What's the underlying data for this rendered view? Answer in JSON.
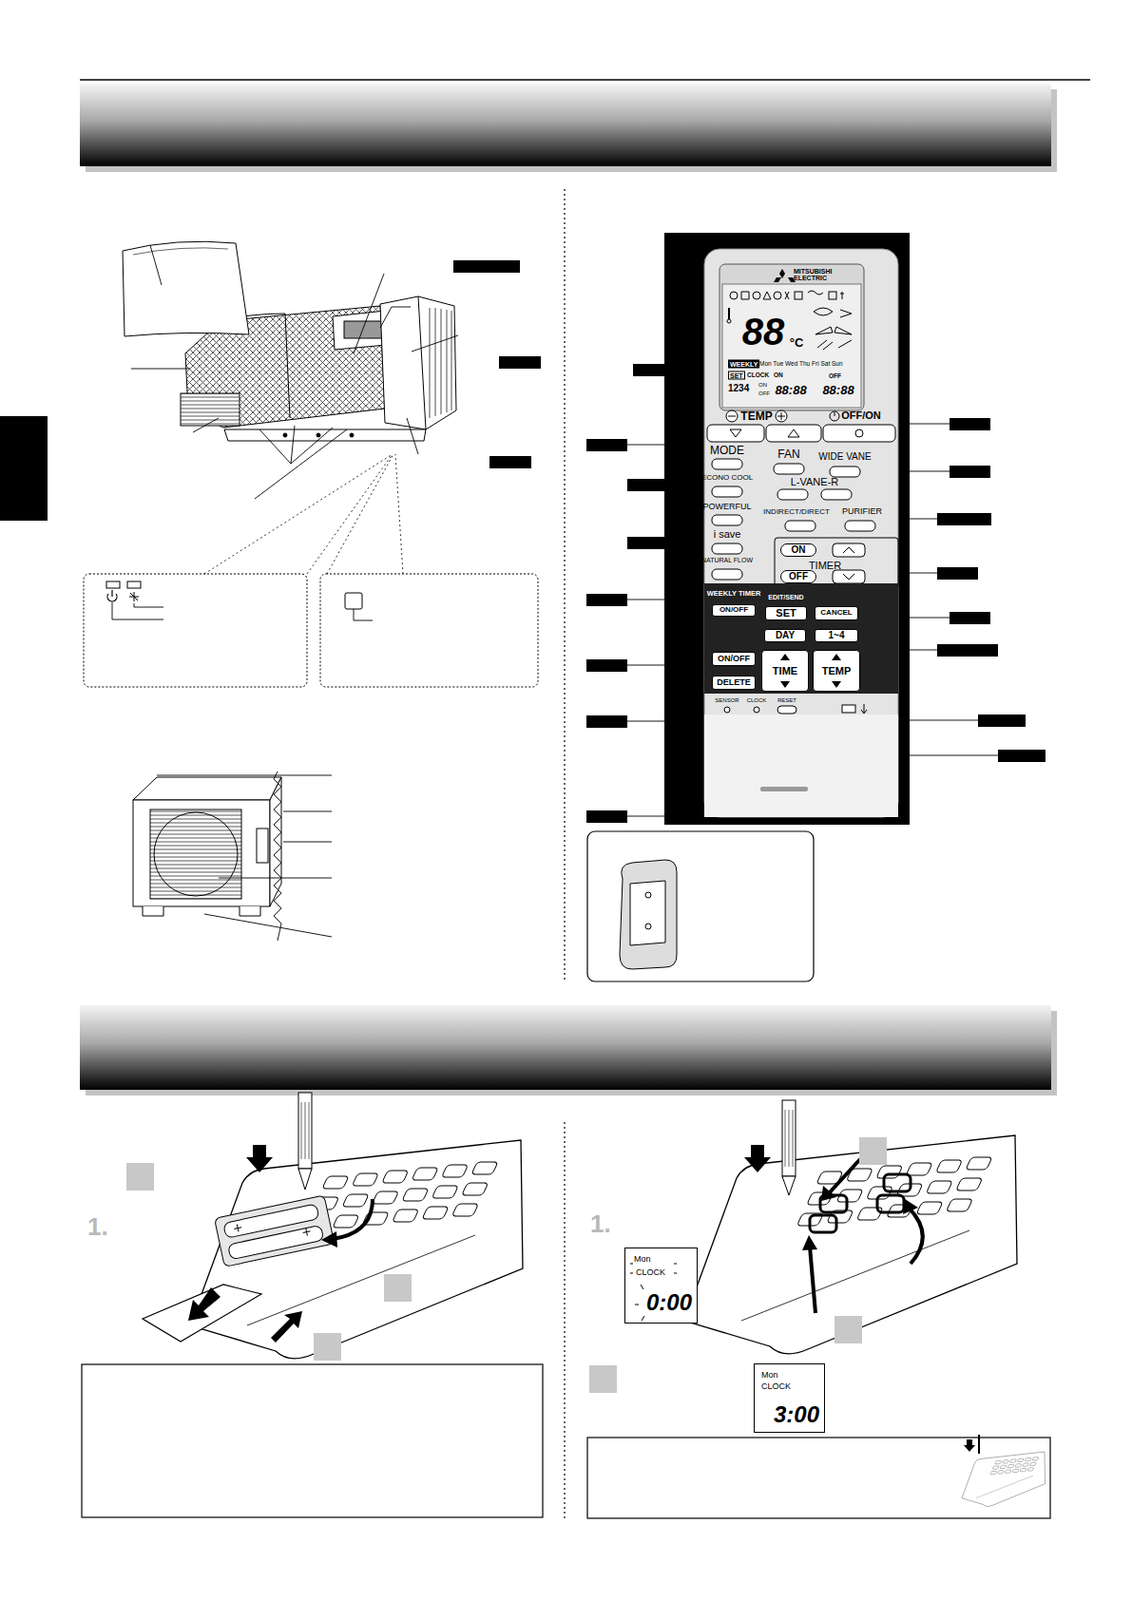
{
  "diagram": {
    "nodes": [
      {
        "text": [
          "88",
          "°C",
          "WEEKLY",
          "Mon Tue Wed Thu Fri Sat Sun",
          "SET",
          "CLOCK",
          "ON",
          "OFF",
          "1234",
          "ON",
          "OFF",
          "88:88",
          "88:88"
        ]
      },
      {
        "text": [
          "Mon",
          "CLOCK",
          "0:00"
        ]
      },
      {
        "text": [
          "Mon",
          "CLOCK",
          "3:00"
        ]
      },
      {
        "text": [
          "ON"
        ]
      },
      {
        "text": [
          "OFF"
        ]
      },
      {
        "text": [
          "ON/OFF"
        ]
      },
      {
        "text": [
          "SET"
        ]
      },
      {
        "text": [
          "CANCEL"
        ]
      },
      {
        "text": [
          "DAY"
        ]
      },
      {
        "text": [
          "1~4"
        ]
      },
      {
        "text": [
          "ON/OFF"
        ]
      },
      {
        "text": [
          "DELETE"
        ]
      },
      {
        "text": [
          "TIME"
        ]
      },
      {
        "text": [
          "TEMP"
        ]
      }
    ],
    "labels": [
      "MITSUBISHI ELECTRIC",
      "TEMP",
      "OFF/ON",
      "MODE",
      "FAN",
      "WIDE VANE",
      "ECONO COOL",
      "L-VANE-R",
      "POWERFUL",
      "INDIRECT/DIRECT",
      "PURIFIER",
      "i save",
      "TIMER",
      "NATURAL FLOW",
      "WEEKLY TIMER",
      "EDIT/SEND",
      "SENSOR",
      "CLOCK",
      "RESET",
      "1.",
      "1."
    ]
  }
}
